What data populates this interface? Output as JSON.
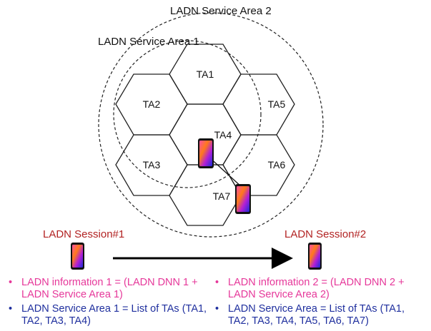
{
  "areas": {
    "area1_label": "LADN Service Area 1",
    "area2_label": "LADN Service Area 2"
  },
  "cells": [
    "TA1",
    "TA2",
    "TA3",
    "TA4",
    "TA5",
    "TA6",
    "TA7"
  ],
  "sessions": {
    "session1": "LADN Session#1",
    "session2": "LADN Session#2"
  },
  "left_bullets": {
    "info": "LADN information 1 = (LADN DNN 1 + LADN Service Area 1)",
    "area": "LADN Service Area 1 = List of TAs (TA1, TA2, TA3, TA4)"
  },
  "right_bullets": {
    "info": "LADN information 2 = (LADN DNN 2 + LADN Service Area 2)",
    "area": "LADN Service Area = List of TAs (TA1, TA2, TA3, TA4, TA5, TA6, TA7)"
  },
  "colors": {
    "session_label": "#b22222",
    "info_text": "#e6389a",
    "area_text": "#1f2f9e",
    "bullet_pink": "#e6389a",
    "bullet_blue": "#1f2f9e"
  },
  "icons": [
    "phone-icon",
    "right-arrow-icon",
    "bullet-dot-icon"
  ]
}
